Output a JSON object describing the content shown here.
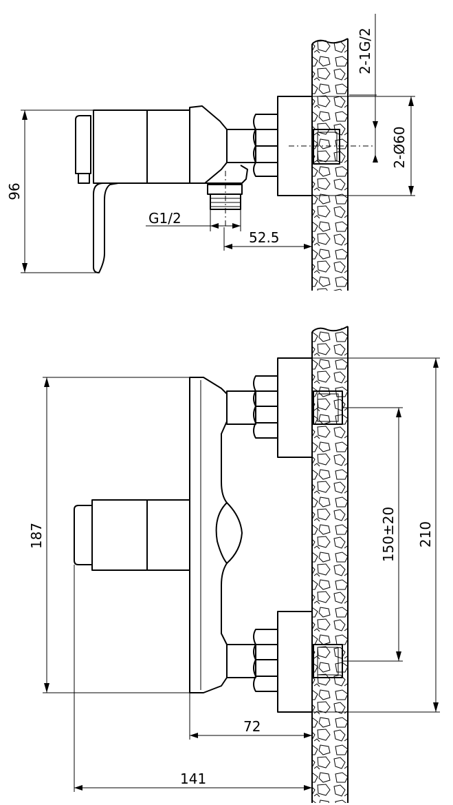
{
  "dimensions": {
    "height_side": "96",
    "pipe_thread": "2-1G/2",
    "pipe_diameter": "2-Ø60",
    "outlet_thread": "G1/2",
    "outlet_offset": "52.5",
    "body_height": "187",
    "spacing": "150±20",
    "flange_span": "210",
    "depth_body": "72",
    "depth_total": "141"
  },
  "colors": {
    "line": "#000000",
    "background": "#ffffff"
  }
}
